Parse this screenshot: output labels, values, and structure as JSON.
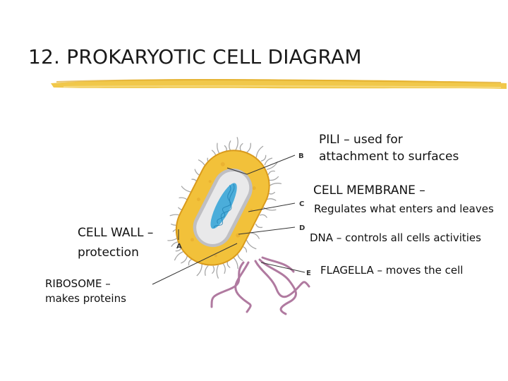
{
  "title": "12. PROKARYOTIC CELL DIAGRAM",
  "labels": {
    "pili": {
      "line1": "PILI – used for",
      "line2": "attachment to surfaces"
    },
    "cell_membrane": {
      "line1": "CELL MEMBRANE –",
      "line2": "Regulates what enters and leaves"
    },
    "dna": "DNA – controls all cells activities",
    "flagella": "FLAGELLA – moves the cell",
    "cell_wall": {
      "line1": "CELL WALL –",
      "line2": "protection"
    },
    "ribosome": {
      "line1": "RIBOSOME –",
      "line2": "makes proteins"
    }
  },
  "markers": {
    "A": "A",
    "B": "B",
    "C": "C",
    "D": "D",
    "E": "E"
  },
  "colors": {
    "cell_wall": "#f2c13a",
    "cell_wall_dark": "#d99a1c",
    "cytoplasm": "#e9e9ea",
    "membrane": "#b8b8bc",
    "dna": "#3aa6d8",
    "flagella": "#b07aa0",
    "title_bar": "#f1c84a"
  }
}
